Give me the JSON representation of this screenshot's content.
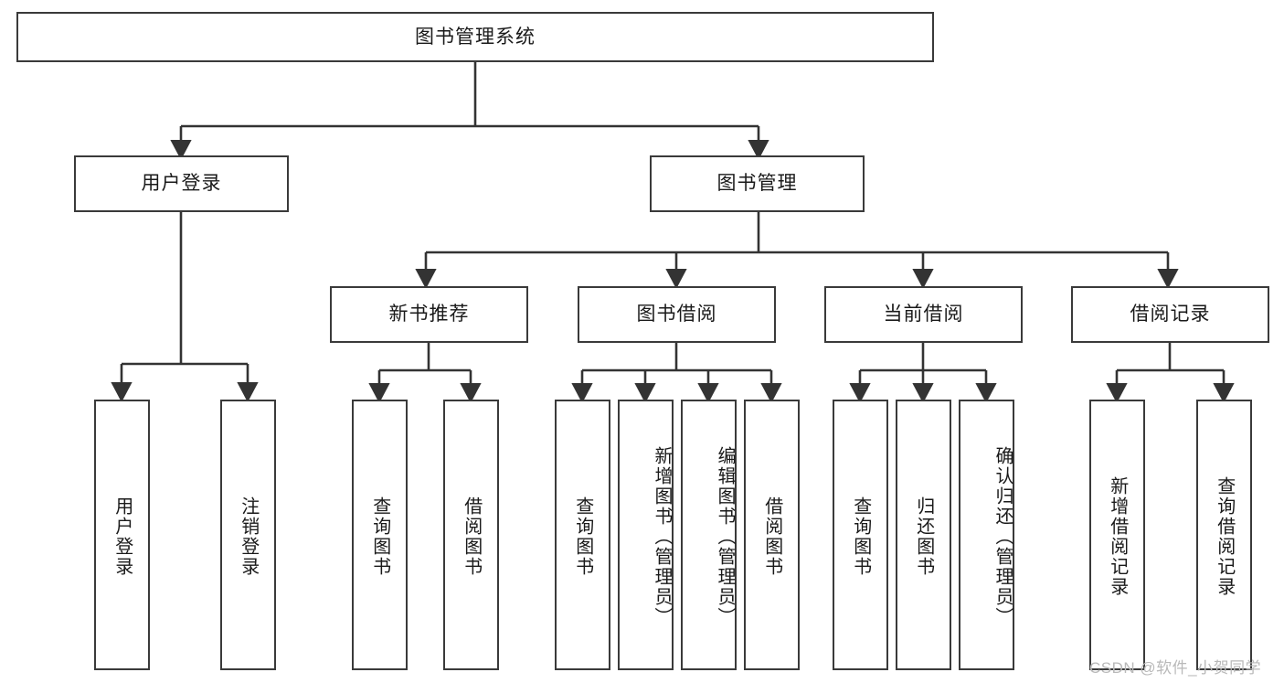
{
  "diagram": {
    "title": "图书管理系统",
    "type": "hierarchy-tree",
    "root": {
      "id": "root",
      "label": "图书管理系统"
    },
    "level2": [
      {
        "id": "user-login",
        "label": "用户登录"
      },
      {
        "id": "book-manage",
        "label": "图书管理"
      }
    ],
    "level3": [
      {
        "id": "new-book-recommend",
        "label": "新书推荐",
        "parent": "book-manage"
      },
      {
        "id": "book-borrow",
        "label": "图书借阅",
        "parent": "book-manage"
      },
      {
        "id": "current-borrow",
        "label": "当前借阅",
        "parent": "book-manage"
      },
      {
        "id": "borrow-record",
        "label": "借阅记录",
        "parent": "book-manage"
      }
    ],
    "leaves": [
      {
        "id": "leaf-user-login",
        "label": "用户登录",
        "parent": "user-login"
      },
      {
        "id": "leaf-logout-login",
        "label": "注销登录",
        "parent": "user-login"
      },
      {
        "id": "leaf-query-book-1",
        "label": "查询图书",
        "parent": "new-book-recommend"
      },
      {
        "id": "leaf-borrow-book-1",
        "label": "借阅图书",
        "parent": "new-book-recommend"
      },
      {
        "id": "leaf-query-book-2",
        "label": "查询图书",
        "parent": "book-borrow"
      },
      {
        "id": "leaf-add-book",
        "label": "新增图书（管理员）",
        "parent": "book-borrow"
      },
      {
        "id": "leaf-edit-book",
        "label": "编辑图书（管理员）",
        "parent": "book-borrow"
      },
      {
        "id": "leaf-borrow-book-2",
        "label": "借阅图书",
        "parent": "book-borrow"
      },
      {
        "id": "leaf-query-book-3",
        "label": "查询图书",
        "parent": "current-borrow"
      },
      {
        "id": "leaf-return-book",
        "label": "归还图书",
        "parent": "current-borrow"
      },
      {
        "id": "leaf-confirm-return",
        "label": "确认归还（管理员）",
        "parent": "current-borrow"
      },
      {
        "id": "leaf-add-record",
        "label": "新增借阅记录",
        "parent": "borrow-record"
      },
      {
        "id": "leaf-query-record",
        "label": "查询借阅记录",
        "parent": "borrow-record"
      }
    ],
    "colors": {
      "border": "#3a3a3a",
      "background": "#ffffff",
      "text": "#1a1a1a",
      "watermark": "#b9b9b9"
    }
  },
  "watermark": {
    "text": "CSDN @软件_小贺同学"
  }
}
